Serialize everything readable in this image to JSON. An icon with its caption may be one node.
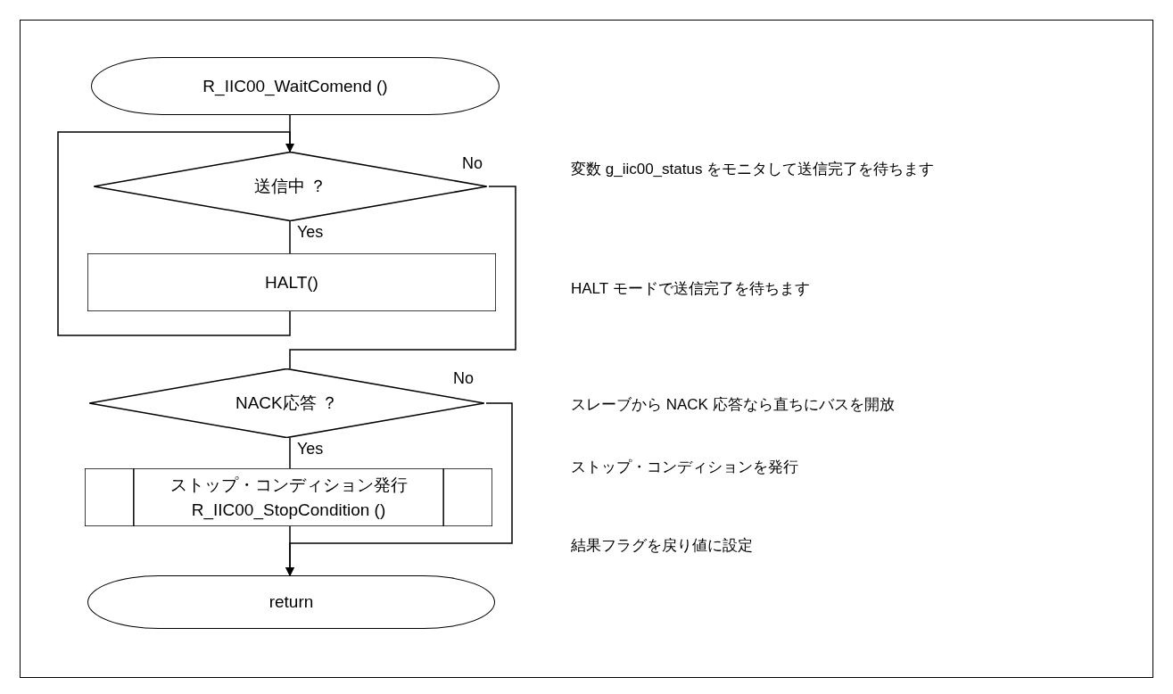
{
  "diagram": {
    "nodes": [
      {
        "text": [
          "R_IIC00_WaitComend ()"
        ]
      },
      {
        "text": [
          "送信中 ？"
        ]
      },
      {
        "text": [
          "HALT()"
        ]
      },
      {
        "text": [
          "NACK応答 ？"
        ]
      },
      {
        "text": [
          "ストップ・コンディション発行",
          "R_IIC00_StopCondition ()"
        ]
      },
      {
        "text": [
          "return"
        ]
      }
    ],
    "edges": [
      {
        "from": 0,
        "to": 1,
        "arrow": "none"
      },
      {
        "from": 1,
        "to": 2,
        "arrow": "none",
        "label": "Yes"
      },
      {
        "from": 2,
        "to": 1,
        "arrow": "to"
      },
      {
        "from": 1,
        "to": 3,
        "arrow": "none",
        "label": "No"
      },
      {
        "from": 3,
        "to": 4,
        "arrow": "none",
        "label": "Yes"
      },
      {
        "from": 4,
        "to": 5,
        "arrow": "to"
      },
      {
        "from": 3,
        "to": 5,
        "arrow": "to",
        "label": "No"
      }
    ],
    "labels": [
      "変数 g_iic00_status をモニタして送信完了を待ちます",
      "HALT モードで送信完了を待ちます",
      "スレーブから NACK 応答なら直ちにバスを開放",
      "ストップ・コンディションを発行",
      "結果フラグを戻り値に設定"
    ]
  }
}
